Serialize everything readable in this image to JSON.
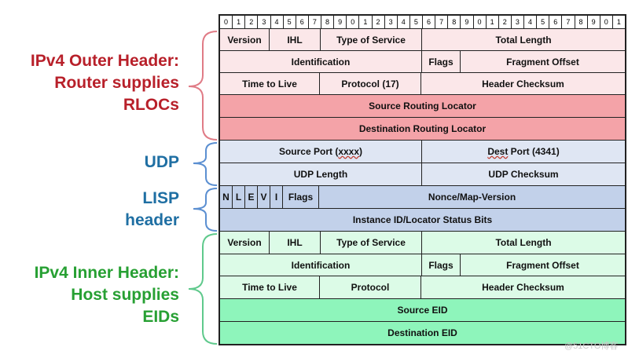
{
  "bit_numbers": [
    "0",
    "1",
    "2",
    "3",
    "4",
    "5",
    "6",
    "7",
    "8",
    "9",
    "0",
    "1",
    "2",
    "3",
    "4",
    "5",
    "6",
    "7",
    "8",
    "9",
    "0",
    "1",
    "2",
    "3",
    "4",
    "5",
    "6",
    "7",
    "8",
    "9",
    "0",
    "1"
  ],
  "labels": {
    "outer": [
      "IPv4 Outer Header:",
      "Router supplies",
      "RLOCs"
    ],
    "udp": [
      "UDP"
    ],
    "lisp": [
      "LISP",
      "header"
    ],
    "inner": [
      "IPv4 Inner Header:",
      "Host supplies",
      "EIDs"
    ]
  },
  "outer": {
    "version": "Version",
    "ihl": "IHL",
    "tos": "Type of Service",
    "total_length": "Total Length",
    "identification": "Identification",
    "flags": "Flags",
    "fragment_offset": "Fragment Offset",
    "ttl": "Time to Live",
    "protocol": "Protocol (17)",
    "checksum": "Header Checksum",
    "source": "Source Routing Locator",
    "destination": "Destination Routing Locator"
  },
  "udp": {
    "source_port_prefix": "Source Port (",
    "source_port_value": "xxxx",
    "source_port_suffix": ")",
    "dest_port_prefix": "Dest",
    "dest_port_suffix": " Port (4341)",
    "length": "UDP Length",
    "checksum": "UDP Checksum"
  },
  "lisp": {
    "bits": [
      "N",
      "L",
      "E",
      "V",
      "I"
    ],
    "flags": "Flags",
    "nonce": "Nonce/Map-Version",
    "instance": "Instance ID/Locator Status Bits"
  },
  "inner": {
    "version": "Version",
    "ihl": "IHL",
    "tos": "Type of Service",
    "total_length": "Total Length",
    "identification": "Identification",
    "flags": "Flags",
    "fragment_offset": "Fragment Offset",
    "ttl": "Time to Live",
    "protocol": "Protocol",
    "checksum": "Header Checksum",
    "source": "Source EID",
    "destination": "Destination EID"
  },
  "watermark": "@51CTO博客",
  "colors": {
    "outer_label": "#b8202a",
    "udp_label": "#1f6fa3",
    "inner_label": "#27a033",
    "outer_light": "#fbe7e9",
    "outer_dark": "#f4a3a8",
    "udp_light": "#dfe6f3",
    "lisp_mid": "#c2d1ea",
    "inner_light": "#dcfbe7",
    "inner_dark": "#8ef5bb"
  }
}
